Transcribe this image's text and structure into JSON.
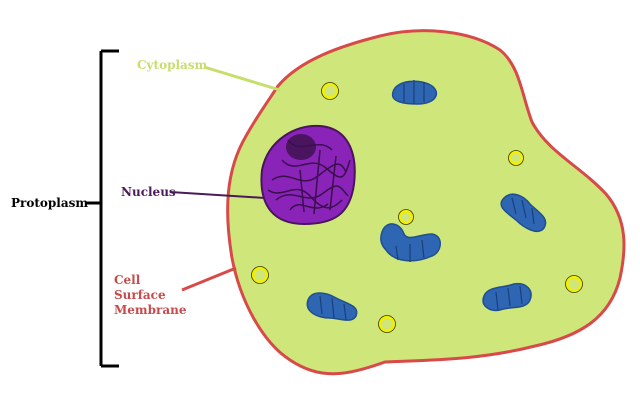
{
  "labels": {
    "protoplasm": "Protoplasm",
    "cytoplasm": "Cytoplasm",
    "nucleus": "Nucleus",
    "membrane_line1": "Cell",
    "membrane_line2": "Surface",
    "membrane_line3": "Membrane"
  },
  "colors": {
    "cytoplasm_fill": "#cfe67a",
    "membrane_stroke": "#d84a4a",
    "cytoplasm_label": "#c6de6c",
    "nucleus_label": "#4a1a5a",
    "membrane_label": "#c94a4a",
    "protoplasm_label": "#000000",
    "nucleus_fill": "#8a23b8",
    "nucleolus_fill": "#4a145f",
    "mitochondria_fill": "#2f66b3",
    "vesicle_stroke": "#f2f000"
  }
}
